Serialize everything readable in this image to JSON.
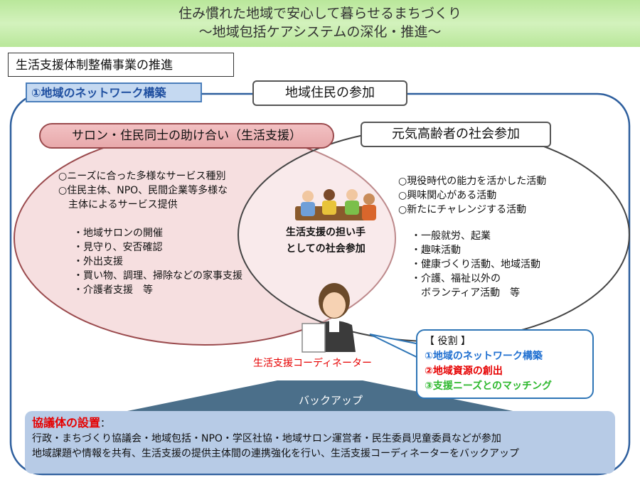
{
  "banner": {
    "line1": "住み慣れた地域で安心して暮らせるまちづくり",
    "line2": "～地域包括ケアシステムの深化・推進～"
  },
  "section_title": "生活支援体制整備事業の推進",
  "network_label": "①地域のネットワーク構築",
  "resident_participation": "地域住民の参加",
  "salon": {
    "title": "サロン・住民同士の助け合い（生活支援）",
    "points": [
      "○ニーズに合った多様なサービス種別",
      "○住民主体、NPO、民間企業等多様な",
      "　主体によるサービス提供"
    ],
    "items": [
      "・地域サロンの開催",
      "・見守り、安否確認",
      "・外出支援",
      "・買い物、調理、掃除などの家事支援",
      "・介護者支援　等"
    ]
  },
  "elder": {
    "title": "元気高齢者の社会参加",
    "points": [
      "○現役時代の能力を活かした活動",
      "○興味関心がある活動",
      "○新たにチャレンジする活動"
    ],
    "items": [
      "・一般就労、起業",
      "・趣味活動",
      "・健康づくり活動、地域活動",
      "・介護、福祉以外の",
      "　ボランティア活動　等"
    ]
  },
  "center": {
    "line1": "生活支援の担い手",
    "line2": "としての社会参加"
  },
  "coordinator_label": "生活支援コーディネーター",
  "roles": {
    "header": "【 役割 】",
    "role1": "①地域のネットワーク構築",
    "role2": "②地域資源の創出",
    "role3": "③支援ニーズとのマッチング"
  },
  "backup_label": "バックアップ",
  "council": {
    "title": "協議体の設置",
    "colon": "：",
    "line1": "行政・まちづくり協議会・地域包括・NPO・学区社協・地域サロン運営者・民生委員児童委員などが参加",
    "line2": "地域課題や情報を共有、生活支援の提供主体間の連携強化を行い、生活支援コーディネーターをバックアップ"
  },
  "colors": {
    "banner": "#c6ecaa",
    "salon_fill": "#f6dfe0",
    "role1": "#1f6fd0",
    "role2": "#e60000",
    "role3": "#2eb82e",
    "council_fill": "#b7cbe6",
    "coordinator": "#e60000"
  }
}
